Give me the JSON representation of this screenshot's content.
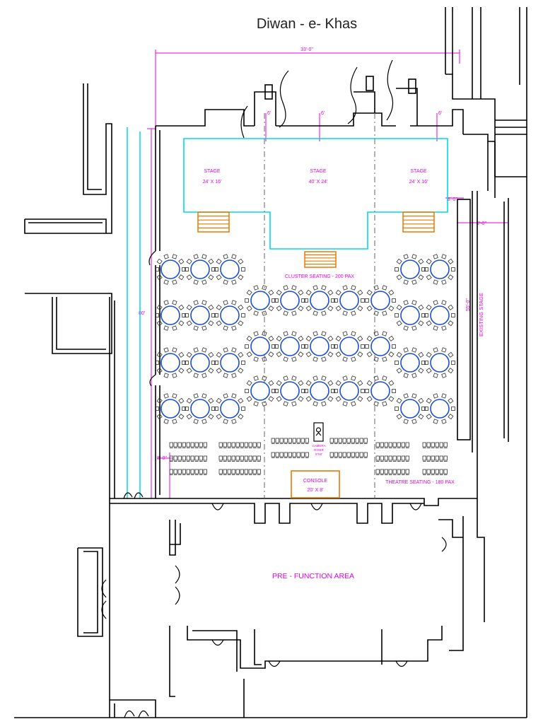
{
  "title": "Diwan - e- Khas",
  "dimensions": {
    "top_width": "33'-0\"",
    "door_width_1": "6'",
    "door_width_2": "6'",
    "door_width_3": "6'",
    "left_height": "80'",
    "right_stage_height": "55'-0\"",
    "right_stage_width": "8'-0\"",
    "stage_offset": "8'-0\"",
    "left_small": "8'-0\""
  },
  "stages": [
    {
      "label": "STAGE",
      "size": "24' X 16'"
    },
    {
      "label": "STAGE",
      "size": "40' X 24'"
    },
    {
      "label": "STAGE",
      "size": "24' X 16'"
    }
  ],
  "existing_stage": "EXISTING STAGE",
  "cluster_seating": "CLUSTER SEATING - 200 PAX",
  "theatre_seating": "THEATRE SEATING - 180 PAX",
  "console": {
    "label": "CONSOLE",
    "size": "20' X 8'"
  },
  "camera": {
    "line1": "CAMERA",
    "line2": "RISER",
    "line3": "8'X8'"
  },
  "prefunction": "PRE - FUNCTION AREA",
  "colors": {
    "walls": "#000000",
    "stage_outline": "#00d8e8",
    "tables": "#1a4fd6",
    "dimensions": "#e600e6",
    "steps": "#e87800"
  }
}
